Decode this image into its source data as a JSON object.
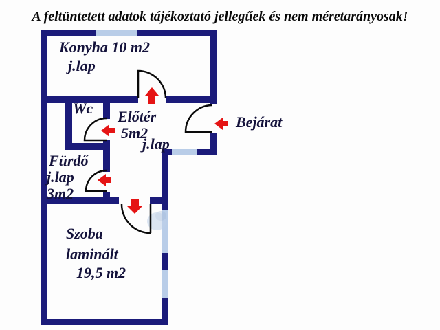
{
  "header": {
    "disclaimer": "A feltüntetett adatok tájékoztató jellegűek és nem méretarányosak!"
  },
  "floorplan": {
    "rooms": {
      "konyha": {
        "name": "Konyha 10 m2",
        "flooring": "j.lap"
      },
      "wc": {
        "name": "Wc"
      },
      "eloter": {
        "name": "Előtér",
        "area": "5m2",
        "flooring": "j.lap"
      },
      "furdo": {
        "name": "Fürdő",
        "flooring": "j.lap",
        "area": "3m2"
      },
      "szoba": {
        "name": "Szoba",
        "flooring": "laminált",
        "area": "19,5 m2"
      }
    },
    "entrance_label": "Bejárat",
    "door_arrows": {
      "konyha": "up",
      "wc": "left",
      "furdo": "left",
      "szoba": "down",
      "bejarat": "left"
    }
  },
  "colors": {
    "wall": "#1b1b7a",
    "window": "#b9cde8",
    "arrow": "#e51414",
    "door_line": "#0a0a0a",
    "label_text": "#14123b",
    "header_text": "#080808",
    "background": "#fdfdfd",
    "watermark": "#bed0e8"
  }
}
